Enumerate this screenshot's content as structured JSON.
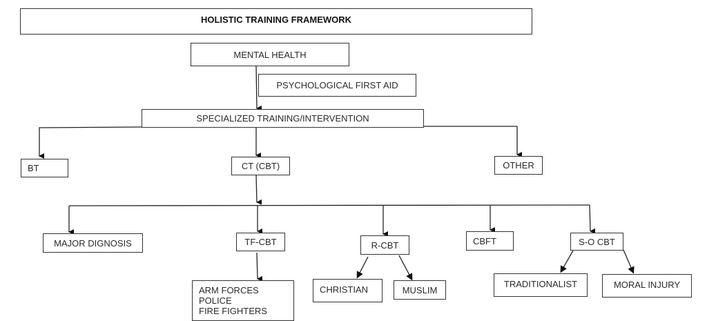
{
  "diagram": {
    "title": "HOLISTIC TRAINING FRAMEWORK",
    "nodes": {
      "mental_health": "MENTAL HEALTH",
      "psychological_first_aid": "PSYCHOLOGICAL FIRST AID",
      "specialized": "SPECIALIZED TRAINING/INTERVENTION",
      "bt": "BT",
      "ct_cbt": "CT (CBT)",
      "other": "OTHER",
      "major_dignosis": "MAJOR DIGNOSIS",
      "tf_cbt": "TF-CBT",
      "r_cbt": "R-CBT",
      "cbft": "CBFT",
      "so_cbt": "S-O CBT",
      "tf_targets": [
        "ARM FORCES",
        "POLICE",
        "FIRE FIGHTERS"
      ],
      "christian": "CHRISTIAN",
      "muslim": "MUSLIM",
      "traditionalist": "TRADITIONALIST",
      "moral_injury": "MORAL INJURY"
    },
    "colors": {
      "line": "#222222",
      "border": "#333333",
      "text": "#2a2a2a"
    }
  }
}
